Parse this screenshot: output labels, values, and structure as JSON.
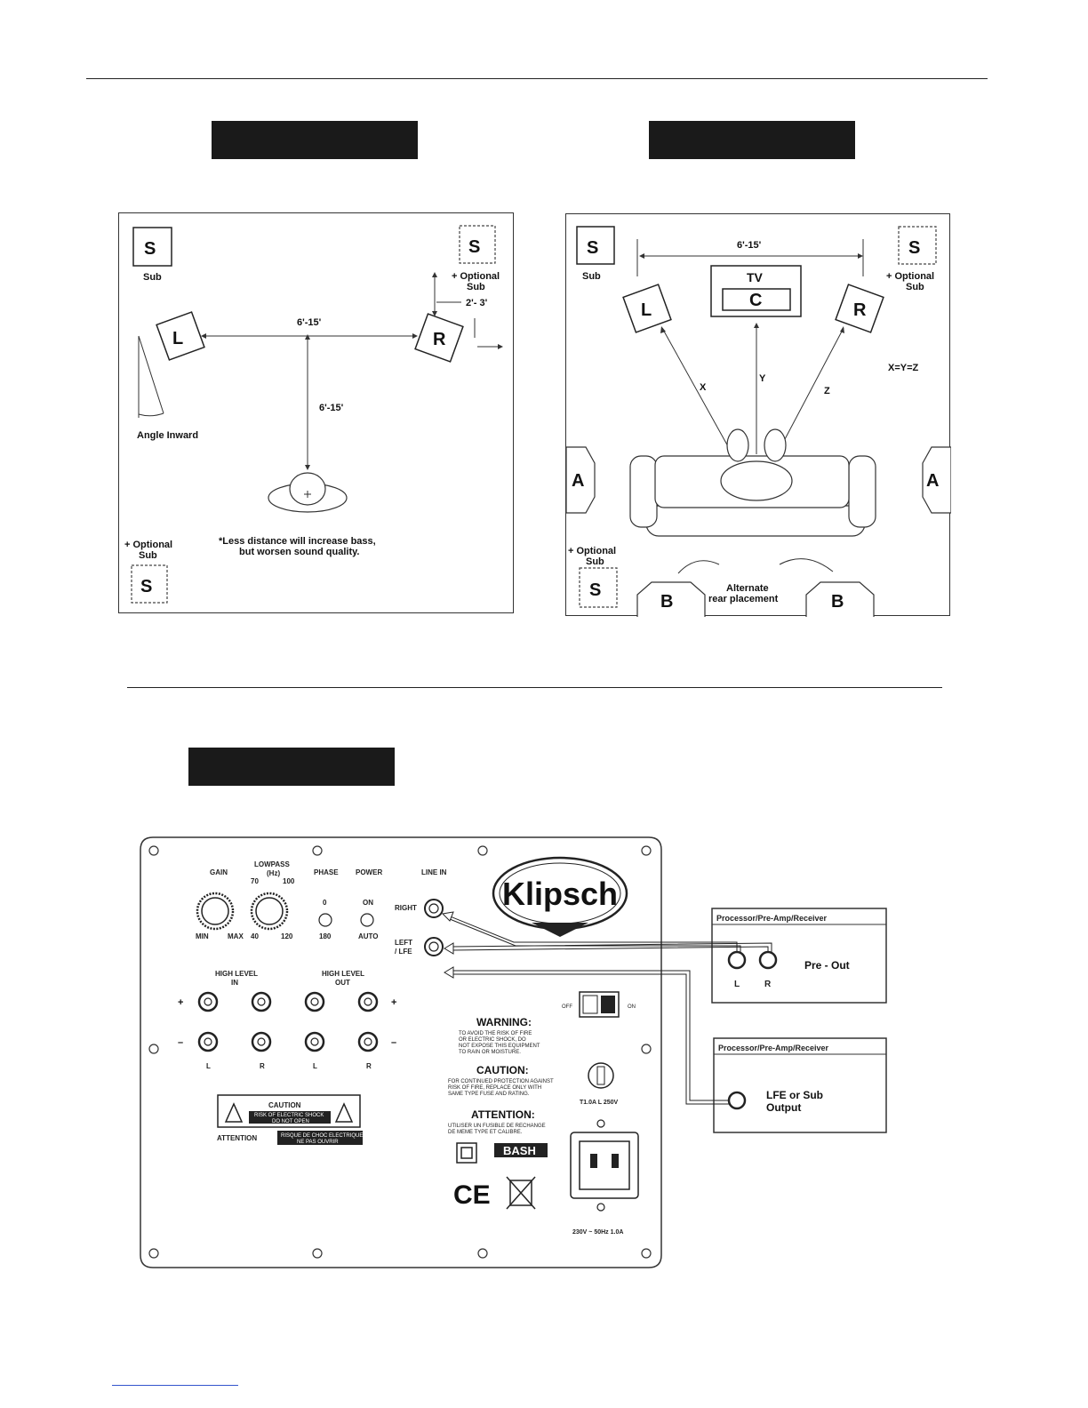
{
  "diagram1": {
    "sub_label": "Sub",
    "speaker_s": "S",
    "speaker_l": "L",
    "speaker_r": "R",
    "optional_sub": "+ Optional\nSub",
    "distance_width": "6'-15'",
    "distance_depth": "6'-15'",
    "distance_offset": "2'- 3'",
    "angle_inward": "Angle Inward",
    "note": "*Less distance will increase bass,\nbut worsen sound quality."
  },
  "diagram2": {
    "sub_label": "Sub",
    "speaker_s": "S",
    "speaker_l": "L",
    "speaker_r": "R",
    "speaker_c": "C",
    "speaker_a": "A",
    "speaker_b": "B",
    "tv_label": "TV",
    "distance_width": "6'-15'",
    "optional_sub": "+ Optional\nSub",
    "x_label": "X",
    "y_label": "Y",
    "z_label": "Z",
    "equality": "X=Y=Z",
    "alternate": "Alternate\nrear placement"
  },
  "panel": {
    "gain": "GAIN",
    "lowpass": "LOWPASS",
    "hz": "(Hz)",
    "hz_70": "70",
    "hz_100": "100",
    "hz_40": "40",
    "hz_120": "120",
    "min": "MIN",
    "max": "MAX",
    "phase": "PHASE",
    "phase_0": "0",
    "phase_180": "180",
    "power": "POWER",
    "on": "ON",
    "auto": "AUTO",
    "line_in": "LINE IN",
    "right": "RIGHT",
    "left_lfe": "LEFT\n/ LFE",
    "high_level_in": "HIGH LEVEL\nIN",
    "high_level_out": "HIGH LEVEL\nOUT",
    "plus": "+",
    "minus": "–",
    "l": "L",
    "r": "R",
    "brand": "Klipsch",
    "off": "OFF",
    "on_switch": "ON",
    "warning_title": "WARNING:",
    "warning_text": "TO AVOID THE RISK OF FIRE\nOR ELECTRIC SHOCK, DO\nNOT EXPOSE THIS EQUIPMENT\nTO RAIN OR MOISTURE.",
    "caution_title": "CAUTION:",
    "caution_text": "FOR CONTINUED PROTECTION AGAINST\nRISK OF FIRE, REPLACE ONLY WITH\nSAME TYPE FUSE AND RATING.",
    "attention_title": "ATTENTION:",
    "attention_text": "UTILISER UN FUSIBLE DE RECHANGE\nDE MEME TYPE ET CALIBRE.",
    "fuse": "T1.0A L 250V",
    "mains": "230V ~ 50Hz 1.0A",
    "caution_label": "CAUTION",
    "caution_sub": "RISK OF ELECTRIC SHOCK\nDO NOT OPEN",
    "attention_label": "ATTENTION",
    "attention_sub": "RISQUE DE CHOC ELECTRIQUE\nNE PAS OUVRIR",
    "bash": "BASH",
    "ce": "CE"
  },
  "receiver1": {
    "title": "Processor/Pre-Amp/Receiver",
    "pre_out": "Pre - Out",
    "l": "L",
    "r": "R"
  },
  "receiver2": {
    "title": "Processor/Pre-Amp/Receiver",
    "lfe": "LFE or Sub\nOutput"
  }
}
